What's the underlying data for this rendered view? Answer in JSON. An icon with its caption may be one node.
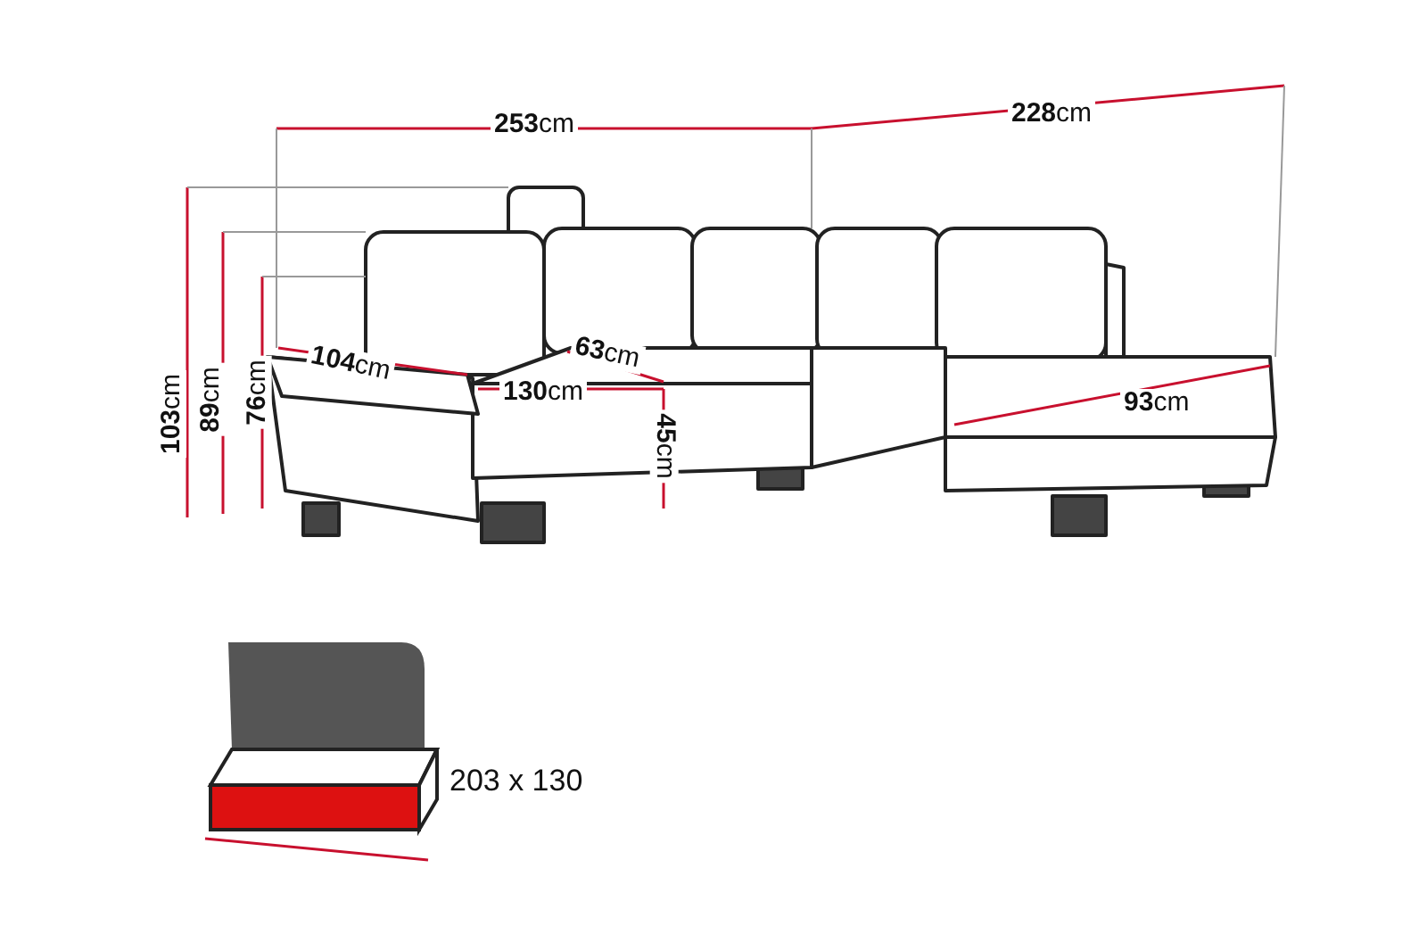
{
  "diagram": {
    "labels": [
      "**253**cm",
      "**228**cm",
      "**103**cm",
      "**89**cm",
      "**76**cm",
      "**104**cm",
      "**63**cm",
      "**130**cm",
      "**45**cm",
      "**93**cm",
      "203 x 130"
    ]
  }
}
